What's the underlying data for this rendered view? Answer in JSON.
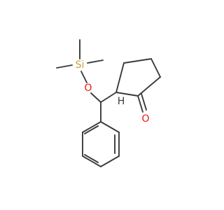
{
  "molecule": {
    "atoms": {
      "si": {
        "label": "Si",
        "color": "#c8a040"
      },
      "oxygen_ether": {
        "label": "O",
        "color": "#e8190f"
      },
      "oxygen_carbonyl": {
        "label": "O",
        "color": "#e8190f"
      },
      "methine_h": {
        "label": "H",
        "color": "#3a3a3a"
      }
    },
    "bond_color": "#3a3a3a",
    "functional_groups": [
      "trimethylsilyl-icon",
      "ether-oxygen-icon",
      "cyclopentanone-ring-icon",
      "ketone-icon",
      "phenyl-ring-icon"
    ]
  }
}
